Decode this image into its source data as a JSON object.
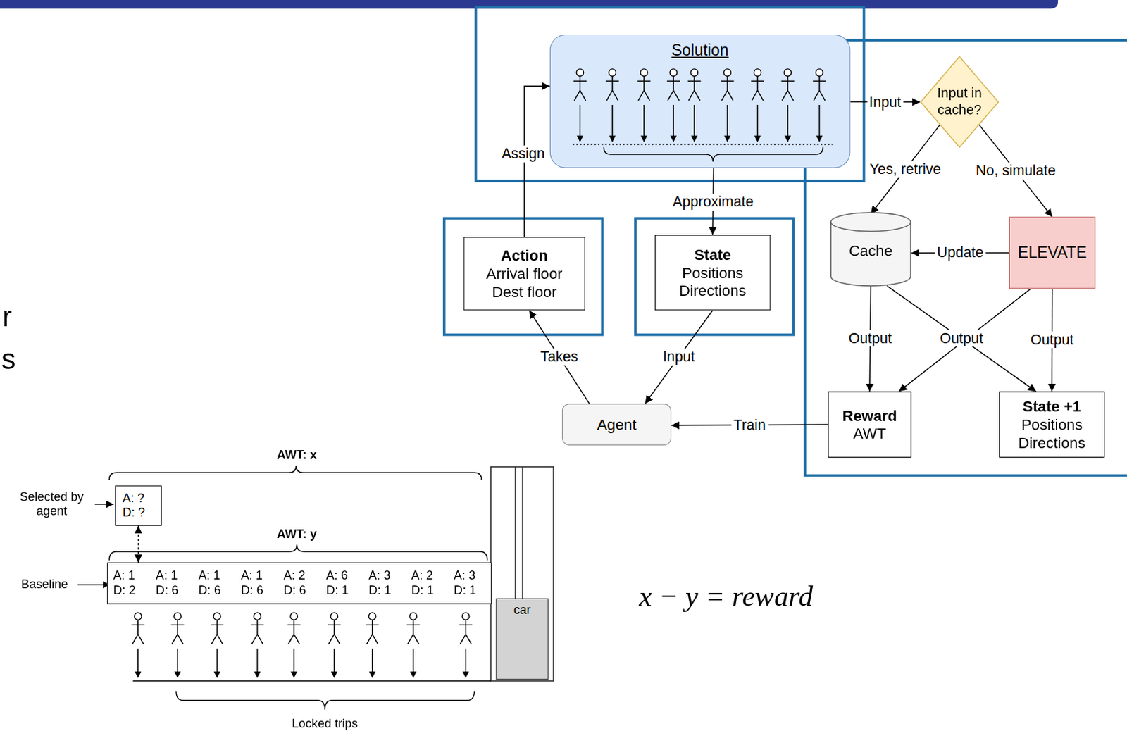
{
  "diagram": {
    "nodes": [
      {
        "text": [
          "Solution"
        ]
      },
      {
        "text": [
          "Input in cache?"
        ]
      },
      {
        "text": [
          "Cache"
        ]
      },
      {
        "text": [
          "ELEVATE"
        ]
      },
      {
        "text": [
          "Action",
          "Arrival floor Dest floor"
        ]
      },
      {
        "text": [
          "State",
          "Positions Directions"
        ]
      },
      {
        "text": [
          "Agent"
        ]
      },
      {
        "text": [
          "Reward",
          "AWT"
        ]
      },
      {
        "text": [
          "State +1",
          "Positions Directions"
        ]
      },
      {
        "text": [
          "A: ? D: ?"
        ]
      },
      {
        "text": [
          "A: 1 D: 2",
          "A: 1 D: 6",
          "A: 1 D: 6",
          "A: 1 D: 6",
          "A: 2 D: 6",
          "A: 6 D: 1",
          "A: 3 D: 1",
          "A: 2 D: 1",
          "A: 3 D: 1"
        ]
      },
      {
        "text": [
          "car"
        ]
      }
    ],
    "edges": [
      {
        "from": 0,
        "to": 1,
        "label": "Input",
        "arrow": "to"
      },
      {
        "from": 1,
        "to": 2,
        "label": "Yes, retrive",
        "arrow": "to"
      },
      {
        "from": 1,
        "to": 3,
        "label": "No, simulate",
        "arrow": "to"
      },
      {
        "from": 3,
        "to": 2,
        "label": "Update",
        "arrow": "to"
      },
      {
        "from": 2,
        "to": 7,
        "label": "Output",
        "arrow": "to"
      },
      {
        "from": 2,
        "to": 8,
        "label": "Output",
        "arrow": "to"
      },
      {
        "from": 3,
        "to": 7,
        "arrow": "to"
      },
      {
        "from": 3,
        "to": 8,
        "label": "Output",
        "arrow": "to"
      },
      {
        "from": 7,
        "to": 6,
        "label": "Train",
        "arrow": "to"
      },
      {
        "from": 6,
        "to": 4,
        "label": "Takes",
        "arrow": "to"
      },
      {
        "from": 5,
        "to": 6,
        "label": "Input",
        "arrow": "to"
      },
      {
        "from": 0,
        "to": 5,
        "label": "Approximate",
        "arrow": "to"
      },
      {
        "from": 4,
        "to": 0,
        "label": "Assign",
        "arrow": "to"
      },
      {
        "from": 9,
        "to": 10,
        "arrow": "both"
      }
    ],
    "labels": [
      "r",
      "s",
      "AWT: x",
      "Selected by agent",
      "AWT: y",
      "Baseline",
      "Locked trips",
      "x − y = reward"
    ]
  }
}
